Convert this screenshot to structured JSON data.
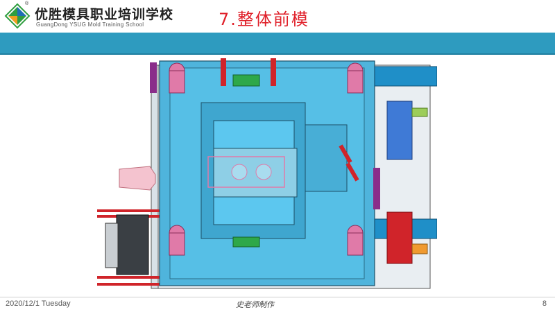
{
  "header": {
    "school_name_cn": "优胜模具职业培训学校",
    "school_name_en": "GuangDong YSUG Mold Training School",
    "registered_mark": "®",
    "slide_title": "7.整体前模",
    "logo_colors": [
      "#2f9e3f",
      "#1f6fb5",
      "#f0a020"
    ]
  },
  "band": {
    "color": "#2e9bbf"
  },
  "figure": {
    "subject": "mold front half 3D render",
    "colors": {
      "plate": "#4fb4dc",
      "pink": "#e07aa8",
      "red": "#d0242a",
      "green": "#2ea84a",
      "blue_cylinder": "#1f8fc8",
      "purple": "#8a2d8a",
      "orange": "#f09a30"
    }
  },
  "footer": {
    "date": "2020/12/1 Tuesday",
    "author": "史老师制作",
    "page_number": "8"
  }
}
